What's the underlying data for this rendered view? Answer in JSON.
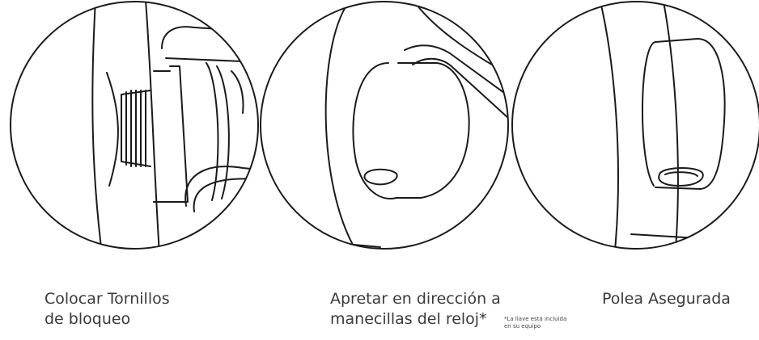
{
  "steps": [
    {
      "caption_line1": "Colocar Tornillos",
      "caption_line2": "de bloqueo"
    },
    {
      "caption_line1": "Apretar en dirección a",
      "caption_line2": "manecillas del reloj*"
    },
    {
      "caption_line1": "Polea Asegurada",
      "caption_line2": ""
    }
  ],
  "footnote": {
    "line1": "*La llave está incluida",
    "line2": "en su equipo"
  }
}
